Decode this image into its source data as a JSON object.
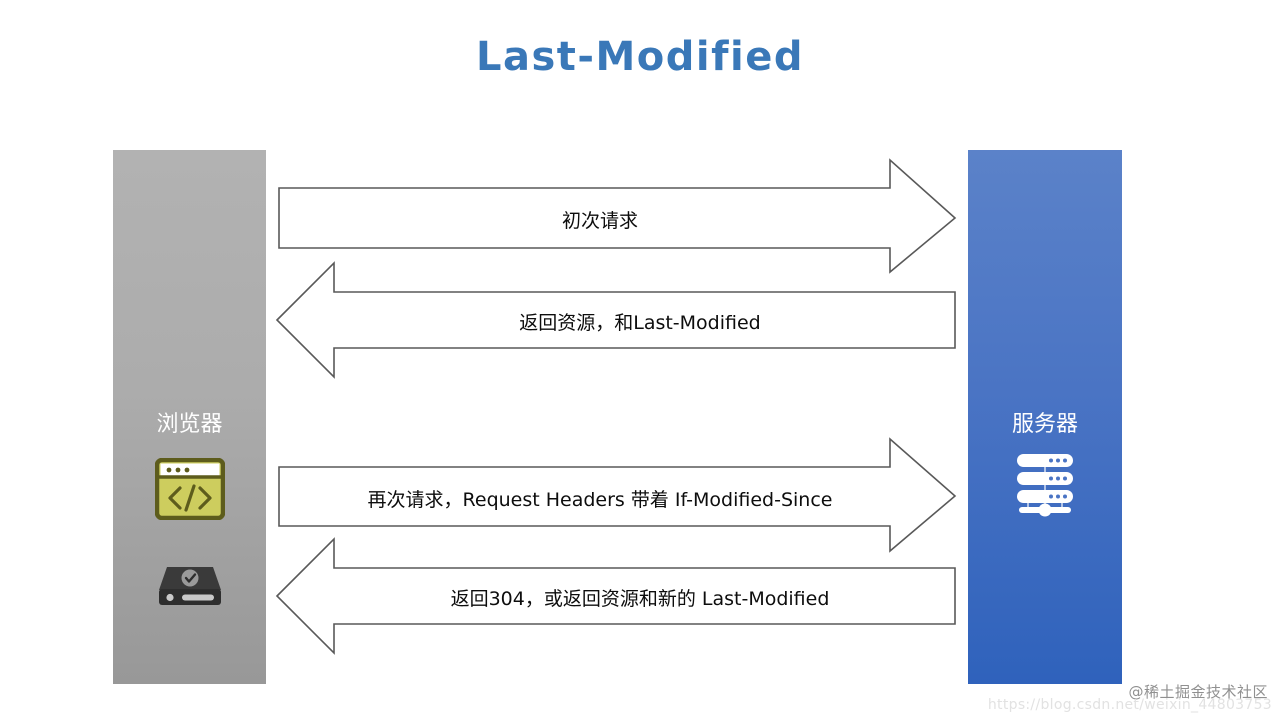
{
  "title": "Last-Modified",
  "theme": {
    "title_color": "#3a78b8",
    "browser_box_top": "#b2b2b2",
    "browser_box_bottom": "#989898",
    "server_box_top": "#5b82c9",
    "server_box_bottom": "#2f62bc",
    "arrow_fill": "#ffffff",
    "arrow_stroke": "#595959",
    "arrow_text_color": "#0d0d0d",
    "browser_icon_border": "#5d5c1c",
    "browser_icon_body": "#cdcd5e",
    "disk_icon_color": "#3a3a3a",
    "server_icon_color": "#ffffff"
  },
  "actors": {
    "browser": {
      "label": "浏览器",
      "icons": [
        "code-window-icon",
        "hard-disk-icon"
      ]
    },
    "server": {
      "label": "服务器",
      "icons": [
        "server-rack-icon"
      ]
    }
  },
  "arrows": [
    {
      "id": "arrow-1",
      "direction": "right",
      "label": "初次请求"
    },
    {
      "id": "arrow-2",
      "direction": "left",
      "label": "返回资源，和Last-Modified"
    },
    {
      "id": "arrow-3",
      "direction": "right",
      "label": "再次请求，Request Headers 带着 If-Modified-Since"
    },
    {
      "id": "arrow-4",
      "direction": "left",
      "label": "返回304，或返回资源和新的 Last-Modified"
    }
  ],
  "watermarks": {
    "brand": "@稀土掘金技术社区",
    "url": "https://blog.csdn.net/weixin_44803753"
  }
}
